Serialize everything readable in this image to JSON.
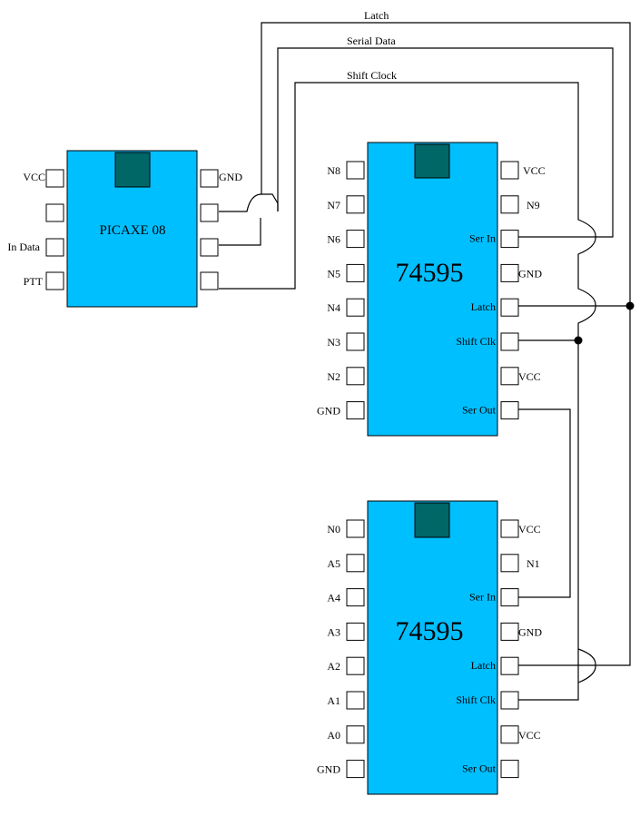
{
  "colors": {
    "chip_body": "#00bfff",
    "chip_notch": "#006666",
    "wire": "#000000",
    "pin_fill": "#ffffff",
    "background": "#ffffff"
  },
  "wire_labels": {
    "latch": "Latch",
    "serial_data": "Serial Data",
    "shift_clock": "Shift Clock"
  },
  "chips": {
    "picaxe": {
      "name": "PICAXE 08",
      "left_pins": [
        "VCC",
        "",
        "In Data",
        "PTT"
      ],
      "right_pins": [
        "GND",
        "",
        "",
        ""
      ]
    },
    "shift_register_1": {
      "name": "74595",
      "left_pins": [
        "N8",
        "N7",
        "N6",
        "N5",
        "N4",
        "N3",
        "N2",
        "GND"
      ],
      "right_outer": [
        "VCC",
        "N9",
        "",
        "GND",
        "",
        "",
        "VCC",
        ""
      ],
      "right_inner": [
        "",
        "",
        "Ser In",
        "",
        "Latch",
        "Shift Clk",
        "",
        "Ser Out"
      ]
    },
    "shift_register_2": {
      "name": "74595",
      "left_pins": [
        "N0",
        "A5",
        "A4",
        "A3",
        "A2",
        "A1",
        "A0",
        "GND"
      ],
      "right_outer": [
        "VCC",
        "N1",
        "",
        "GND",
        "",
        "",
        "VCC",
        ""
      ],
      "right_inner": [
        "",
        "",
        "Ser In",
        "",
        "Latch",
        "Shift Clk",
        "",
        "Ser Out"
      ]
    }
  },
  "connections": [
    {
      "from": "PICAXE 08 pin 7",
      "to": "74595#1 Latch / 74595#2 Latch",
      "label": "Latch"
    },
    {
      "from": "PICAXE 08 pin 6",
      "to": "74595#1 Ser In",
      "label": "Serial Data"
    },
    {
      "from": "PICAXE 08 pin 5",
      "to": "74595#1 Shift Clk / 74595#2 Shift Clk",
      "label": "Shift Clock"
    },
    {
      "from": "74595#1 Ser Out",
      "to": "74595#2 Ser In",
      "label": ""
    }
  ]
}
